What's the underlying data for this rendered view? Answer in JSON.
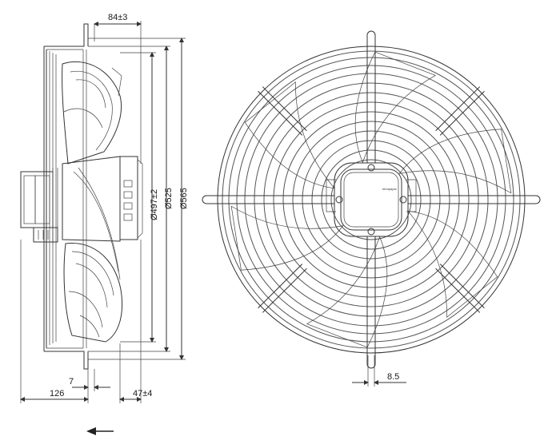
{
  "dimensions": {
    "top_offset": "84±3",
    "inner_diameter": "Ø497±2",
    "mid_diameter": "Ø525",
    "outer_diameter": "Ø565",
    "left_depth": "126",
    "bracket_gap": "7",
    "right_depth": "47±4",
    "slot_width": "8.5"
  },
  "motor_label": "ebmpapst",
  "colors": {
    "line": "#333333",
    "background": "#ffffff"
  },
  "icons": {
    "airflow": "arrow-left-icon"
  }
}
